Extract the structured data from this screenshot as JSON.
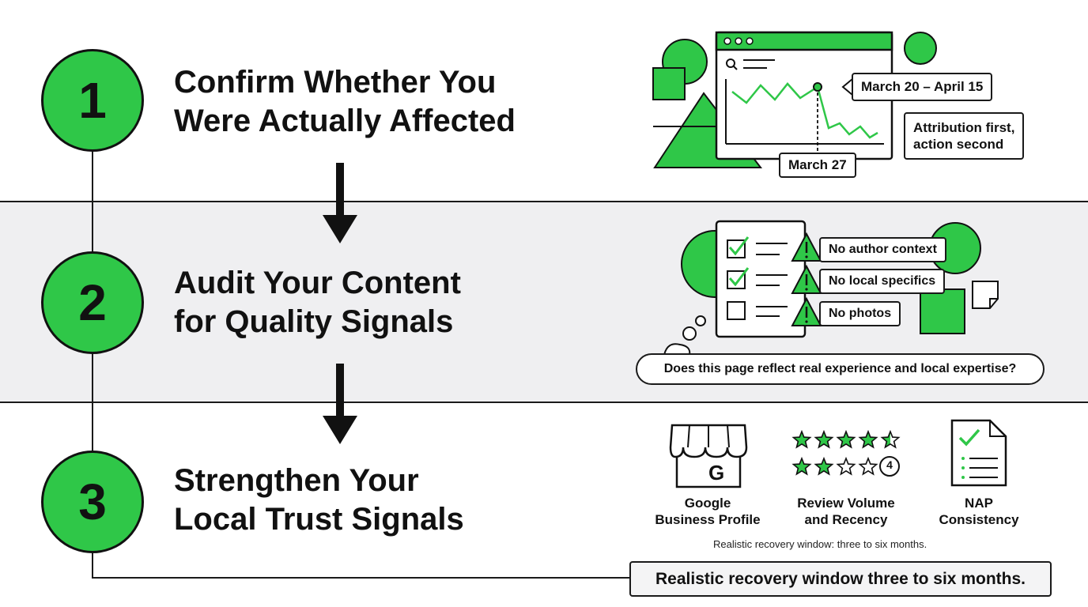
{
  "colors": {
    "accent_green": "#2fc748",
    "ink": "#111111",
    "band": "#efeff1"
  },
  "steps": [
    {
      "number": "1",
      "title_line1": "Confirm Whether You",
      "title_line2": "Were Actually Affected"
    },
    {
      "number": "2",
      "title_line1": "Audit Your Content",
      "title_line2": "for Quality Signals"
    },
    {
      "number": "3",
      "title_line1": "Strengthen Your",
      "title_line2": "Local Trust Signals"
    }
  ],
  "step1_illustration": {
    "date_range_label": "March 20 – April 15",
    "event_date_label": "March 27",
    "note_line1": "Attribution first,",
    "note_line2": "action second",
    "icons": [
      "browser-window-icon",
      "search-icon",
      "line-chart-icon",
      "triangle-shape",
      "circle-shape",
      "square-shape"
    ]
  },
  "step2_illustration": {
    "checklist": [
      {
        "checked": true,
        "warning": "No author context"
      },
      {
        "checked": true,
        "warning": "No local specifics"
      },
      {
        "checked": false,
        "warning": "No photos"
      }
    ],
    "question": "Does this page reflect real experience and local expertise?",
    "icons": [
      "checklist-icon",
      "warning-icon",
      "thought-bubble-icon",
      "sticky-note-icon"
    ]
  },
  "step3_illustration": {
    "items": [
      {
        "label": "Google\nBusiness Profile",
        "icon": "storefront-icon",
        "glyph": "G"
      },
      {
        "label": "Review Volume\nand Recency",
        "icon": "star-rating-icon",
        "badge": "4"
      },
      {
        "label": "NAP\nConsistency",
        "icon": "checked-document-icon"
      }
    ],
    "note": "Realistic recovery window: three to six months."
  },
  "summary": "Realistic recovery window three to six months."
}
